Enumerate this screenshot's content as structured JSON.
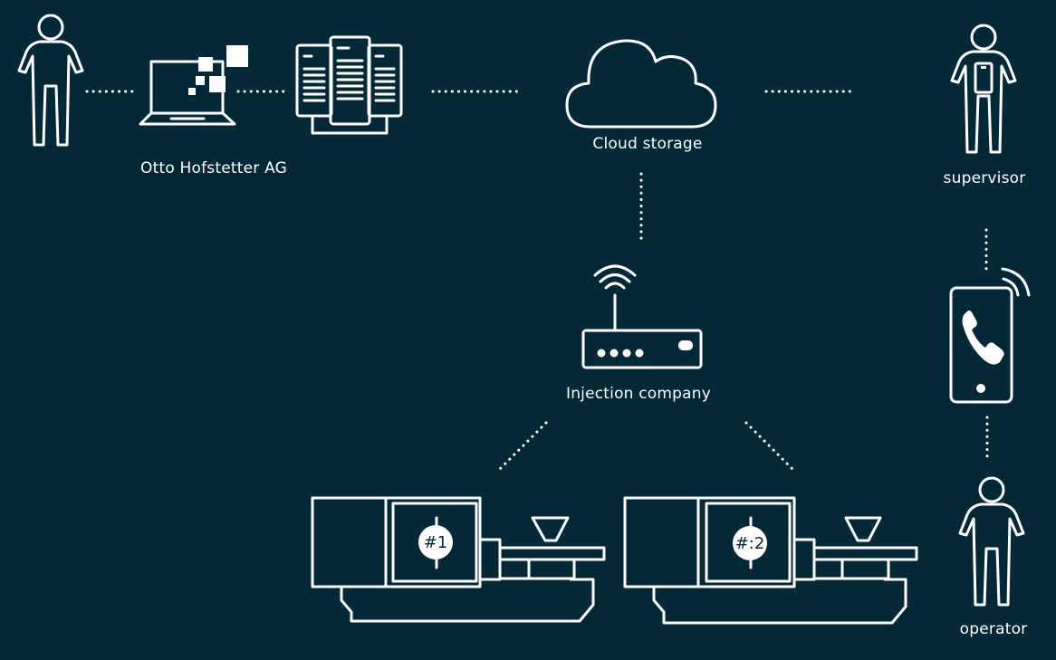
{
  "colors": {
    "background": "#052836",
    "foreground": "#ffffff"
  },
  "labels": {
    "otto": "Otto Hofstetter AG",
    "cloud": "Cloud storage",
    "injection": "Injection company",
    "supervisor": "supervisor",
    "operator": "operator"
  },
  "machines": [
    {
      "label": "#1"
    },
    {
      "label": "#:2"
    }
  ],
  "icons": [
    "person-icon",
    "laptop-icon",
    "server-icon",
    "cloud-icon",
    "router-icon",
    "smartphone-icon",
    "injection-machine-icon"
  ]
}
